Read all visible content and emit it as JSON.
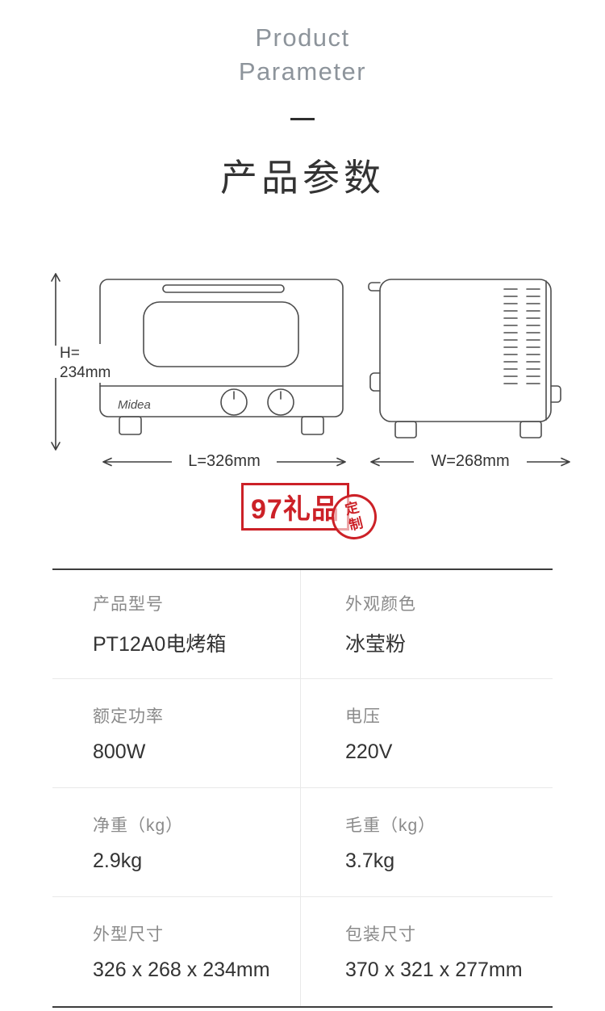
{
  "header": {
    "title_en_line1": "Product",
    "title_en_line2": "Parameter",
    "title_zh": "产品参数"
  },
  "diagram": {
    "brand": "Midea",
    "height_label_line1": "H=",
    "height_label_line2": "234mm",
    "length_label": "L=326mm",
    "width_label": "W=268mm"
  },
  "watermark": {
    "text": "97礼品",
    "seal_char1": "定",
    "seal_char2": "制",
    "color": "#cc2127"
  },
  "table": {
    "rows": [
      {
        "left": {
          "label": "产品型号",
          "value": "PT12A0电烤箱"
        },
        "right": {
          "label": "外观颜色",
          "value": "冰莹粉"
        }
      },
      {
        "left": {
          "label": "额定功率",
          "value": "800W"
        },
        "right": {
          "label": "电压",
          "value": "220V"
        }
      },
      {
        "left": {
          "label": "净重（kg）",
          "value": "2.9kg"
        },
        "right": {
          "label": "毛重（kg）",
          "value": "3.7kg"
        }
      },
      {
        "left": {
          "label": "外型尺寸",
          "value": "326 x 268 x 234mm"
        },
        "right": {
          "label": "包装尺寸",
          "value": "370 x 321 x 277mm"
        }
      }
    ]
  }
}
